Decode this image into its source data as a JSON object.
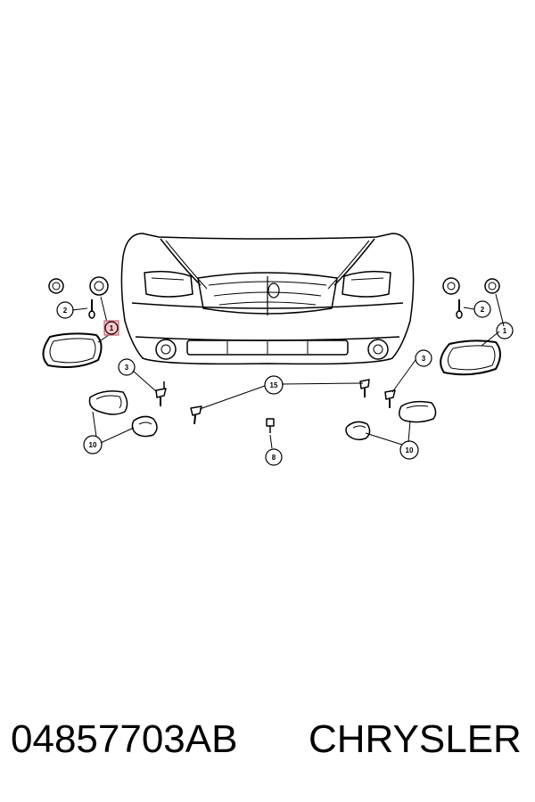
{
  "callouts": {
    "c1_left": "1",
    "c1_right": "1",
    "c2_left": "2",
    "c2_right": "2",
    "c3_left": "3",
    "c3_right": "3",
    "c15": "15",
    "c8": "8",
    "c10_left": "10",
    "c10_right": "10"
  },
  "highlight_color": "#e8a0a8",
  "caption": {
    "part_number": "04857703AB",
    "brand": "CHRYSLER"
  }
}
